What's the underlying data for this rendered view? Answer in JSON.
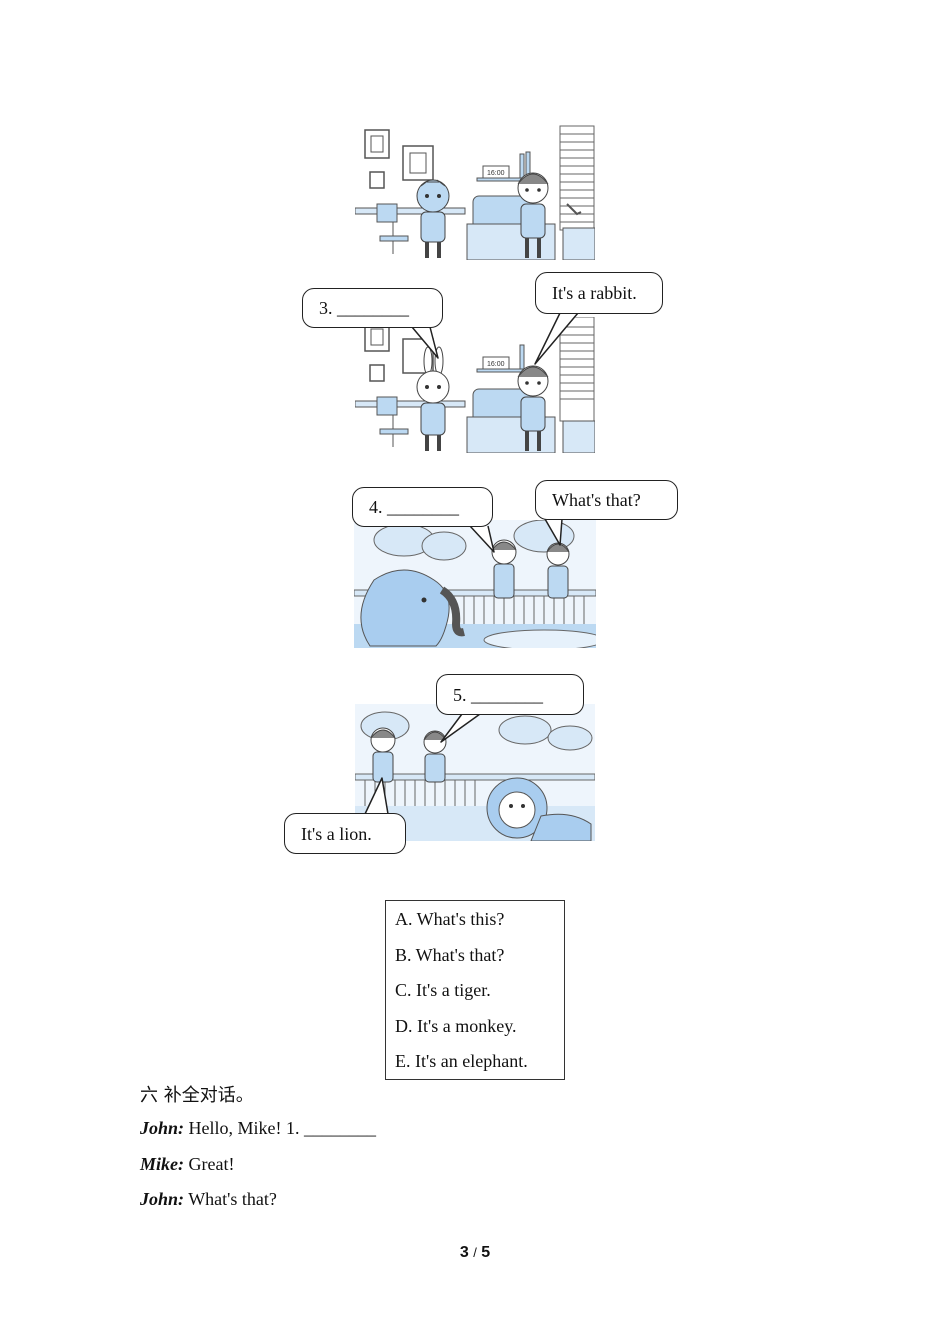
{
  "scenes": {
    "room1_clock": "16:00",
    "room2_clock": "16:00"
  },
  "bubbles": {
    "q3": "3. ________",
    "rabbit": "It's a rabbit.",
    "q4": "4. ________",
    "what_that": "What's that?",
    "q5": "5. ________",
    "lion": "It's a lion."
  },
  "options": [
    "A. What's this?",
    "B. What's that?",
    "C. It's a tiger.",
    "D. It's a monkey.",
    "E. It's an elephant."
  ],
  "section6": {
    "title": "六 补全对话。",
    "lines": [
      {
        "speaker": "John:",
        "text": " Hello, Mike! 1. ________"
      },
      {
        "speaker": "Mike:",
        "text": " Great!"
      },
      {
        "speaker": "John:",
        "text": " What's that?"
      }
    ]
  },
  "page": {
    "current": "3",
    "separator": "/",
    "total": "5"
  },
  "colors": {
    "accent_blue": "#bcd9f2",
    "line_dark": "#444444"
  }
}
